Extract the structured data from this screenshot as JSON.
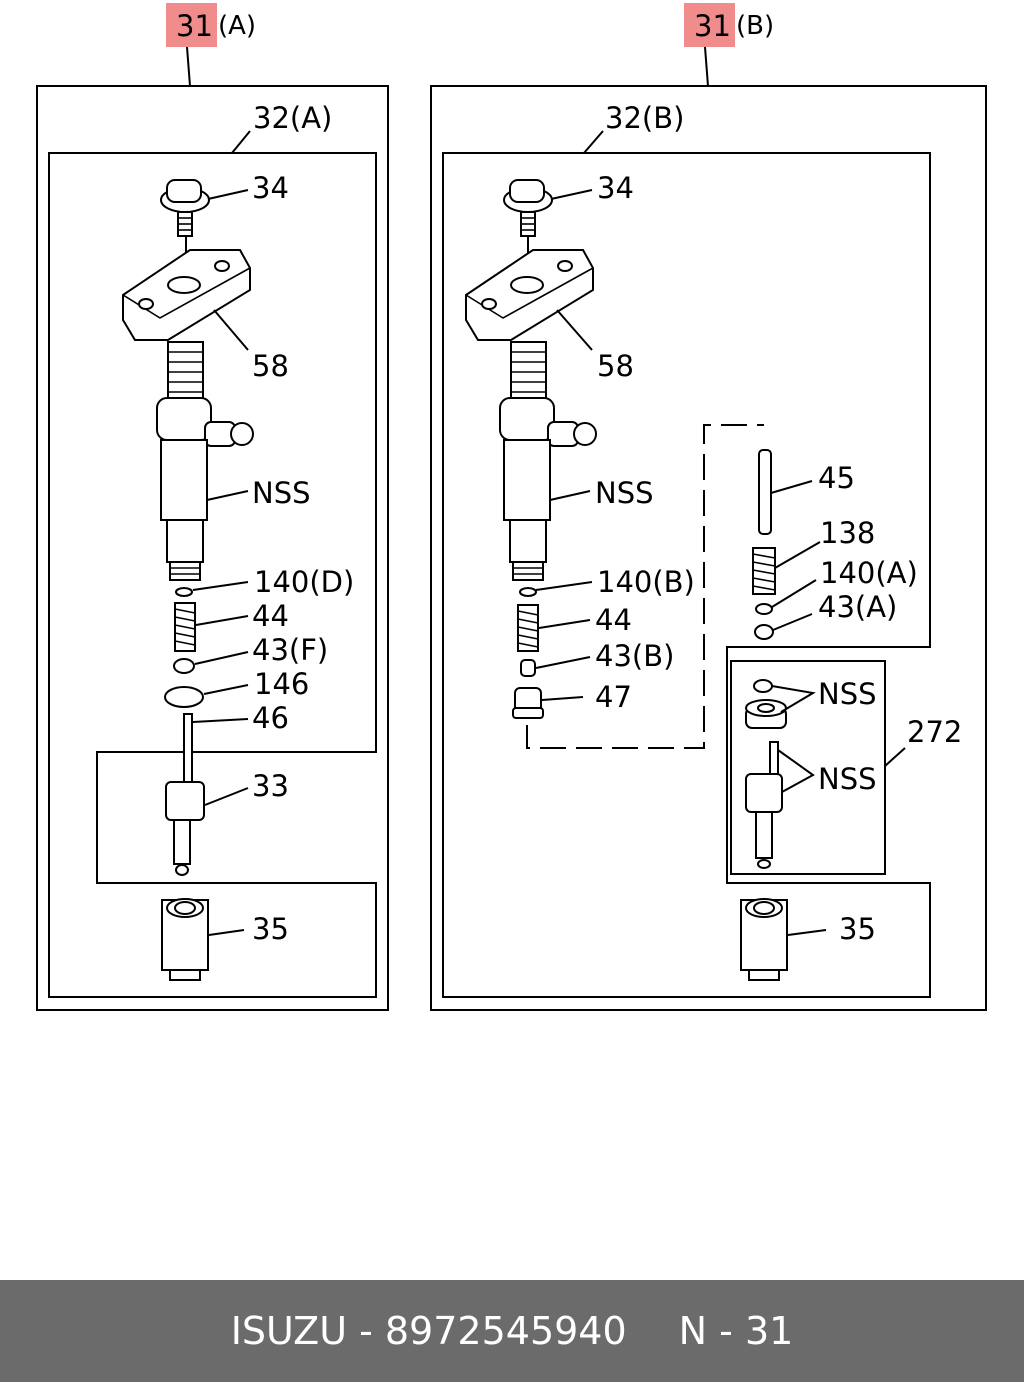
{
  "callouts": {
    "a": {
      "number": "31",
      "suffix": "(A)"
    },
    "b": {
      "number": "31",
      "suffix": "(B)"
    }
  },
  "panel_a": {
    "sub_label": "32(A)",
    "parts": [
      "34",
      "58",
      "NSS",
      "140(D)",
      "44",
      "43(F)",
      "146",
      "46",
      "33",
      "35"
    ]
  },
  "panel_b": {
    "sub_label": "32(B)",
    "parts": [
      "34",
      "58",
      "NSS",
      "140(B)",
      "44",
      "43(B)",
      "47",
      "45",
      "138",
      "140(A)",
      "43(A)",
      "NSS",
      "NSS",
      "272",
      "35"
    ]
  },
  "colors": {
    "callout_highlight": "#f08c8c",
    "footer_bg": "#6b6b6b"
  },
  "footer": {
    "brand_part": "ISUZU - 8972545940",
    "page": "N - 31"
  }
}
